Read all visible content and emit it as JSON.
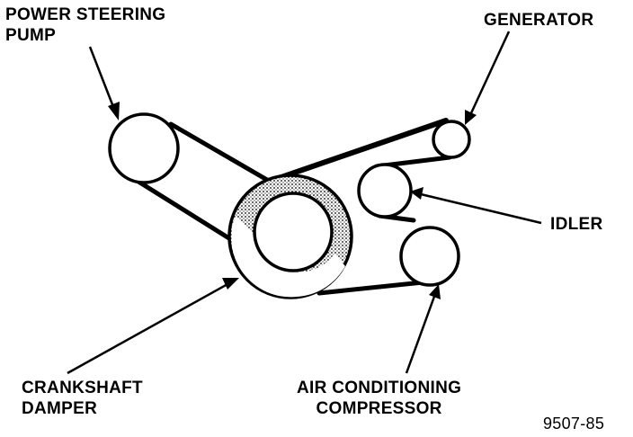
{
  "labels": {
    "power_steering_pump": [
      "POWER STEERING",
      "PUMP"
    ],
    "generator": "GENERATOR",
    "idler": "IDLER",
    "crankshaft_damper": [
      "CRANKSHAFT",
      "DAMPER"
    ],
    "air_conditioning_compressor": [
      "AIR CONDITIONING",
      "COMPRESSOR"
    ],
    "figure_code": "9507-85"
  },
  "colors": {
    "ink": "#000000",
    "background": "#ffffff"
  }
}
